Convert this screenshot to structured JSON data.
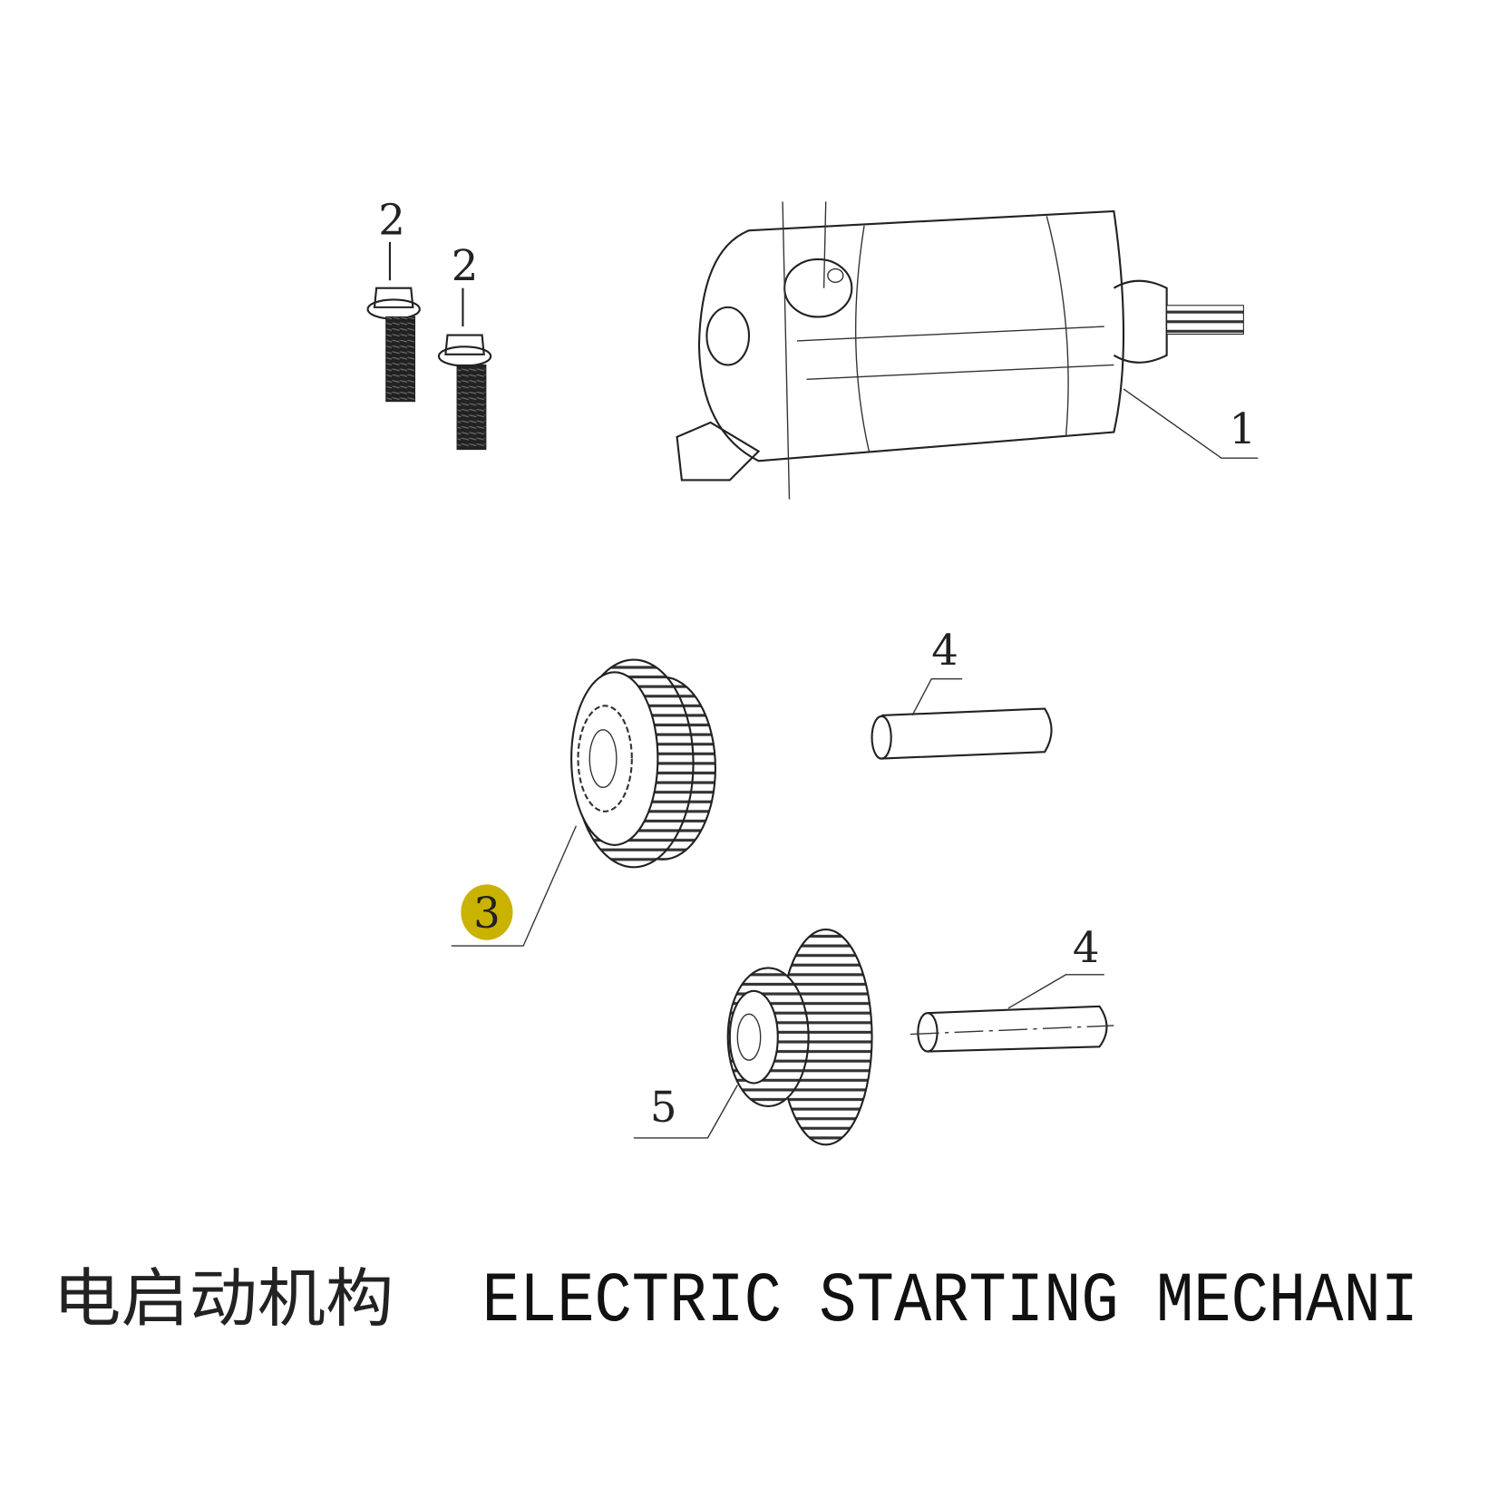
{
  "diagram": {
    "title_cn": "电启动机构",
    "title_en": "ELECTRIC STARTING MECHANI",
    "highlight_color": "#c9b200",
    "callouts": [
      {
        "id": "1",
        "label": "1",
        "part": "starter-motor"
      },
      {
        "id": "2a",
        "label": "2",
        "part": "flange-bolt"
      },
      {
        "id": "2b",
        "label": "2",
        "part": "flange-bolt"
      },
      {
        "id": "3",
        "label": "3",
        "part": "starter-idle-gear",
        "highlighted": true
      },
      {
        "id": "4a",
        "label": "4",
        "part": "gear-shaft-pin"
      },
      {
        "id": "4b",
        "label": "4",
        "part": "gear-shaft-pin"
      },
      {
        "id": "5",
        "label": "5",
        "part": "reduction-gear"
      }
    ]
  }
}
